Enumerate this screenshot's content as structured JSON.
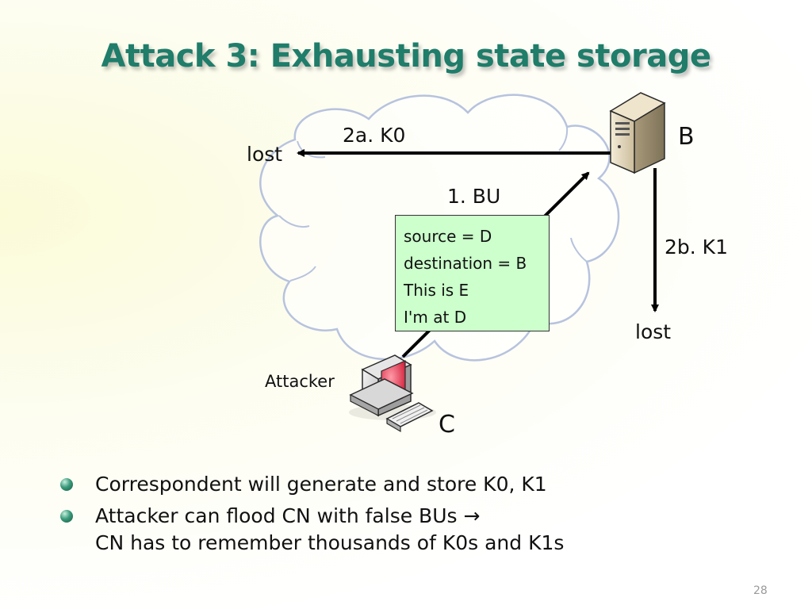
{
  "slide": {
    "title": "Attack 3: Exhausting state storage",
    "page_number": "28"
  },
  "diagram": {
    "node_b_label": "B",
    "node_c_label": "C",
    "attacker_label": "Attacker",
    "arrow_1_label": "1.  BU",
    "arrow_2a_label": "2a.  K0",
    "arrow_2b_label": "2b.  K1",
    "lost_left": "lost",
    "lost_bottom": "lost",
    "message_box": {
      "line1": "source = D",
      "line2": "destination = B",
      "line3": "This is E",
      "line4": "I'm at D"
    }
  },
  "bullets": {
    "item1": "Correspondent will generate and store K0, K1",
    "item2_line1": "Attacker can flood CN with false BUs →",
    "item2_line2": "CN has to remember thousands of K0s and K1s"
  },
  "colors": {
    "title": "#1f7d6a",
    "cloud_outline": "#b7c3de",
    "message_box_fill": "#ccffcc"
  }
}
